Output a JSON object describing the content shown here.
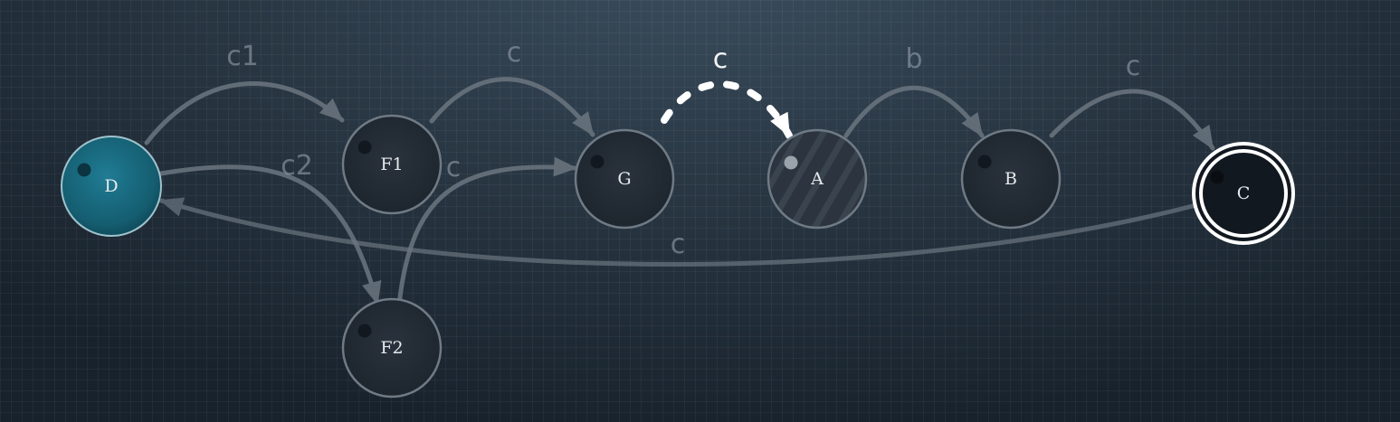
{
  "nodes": {
    "D": {
      "label": "D",
      "state": "current"
    },
    "F1": {
      "label": "F1"
    },
    "F2": {
      "label": "F2"
    },
    "G": {
      "label": "G"
    },
    "A": {
      "label": "A",
      "state": "hatched"
    },
    "B": {
      "label": "B"
    },
    "C": {
      "label": "C",
      "state": "accepting"
    }
  },
  "edges": {
    "d_f1": {
      "from": "D",
      "to": "F1",
      "label": "c1"
    },
    "d_f2": {
      "from": "D",
      "to": "F2",
      "label": "c2"
    },
    "f1_g": {
      "from": "F1",
      "to": "G",
      "label": "c"
    },
    "f2_g": {
      "from": "F2",
      "to": "G",
      "label": "c"
    },
    "g_a": {
      "from": "G",
      "to": "A",
      "label": "c",
      "state": "active"
    },
    "a_b": {
      "from": "A",
      "to": "B",
      "label": "b"
    },
    "b_c": {
      "from": "B",
      "to": "C",
      "label": "c"
    },
    "c_d": {
      "from": "C",
      "to": "D",
      "label": "c"
    }
  },
  "colors": {
    "current_node": "#1d6f85",
    "node_fill": "#262f38",
    "edge": "#6b7680",
    "active_edge": "#ffffff"
  }
}
